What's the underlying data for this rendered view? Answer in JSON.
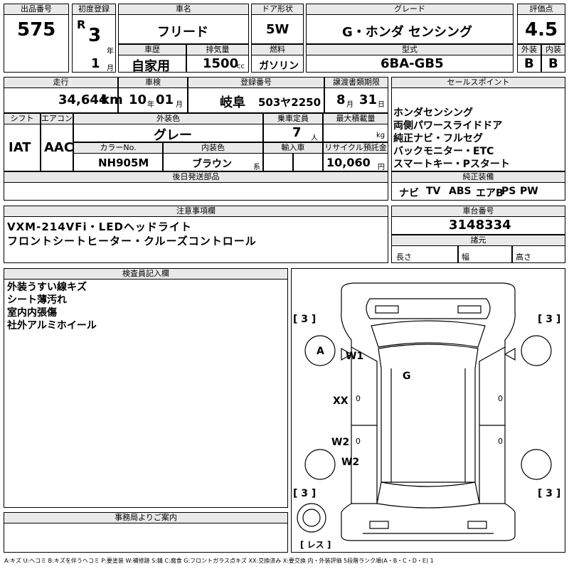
{
  "header": {
    "lot_no_label": "出品番号",
    "lot_no": "575",
    "first_reg_label": "初度登録",
    "era": "R",
    "year": "3",
    "year_unit": "年",
    "month": "1",
    "month_unit": "月",
    "car_name_label": "車名",
    "car_name": "フリード",
    "door_label": "ドア形状",
    "door": "5W",
    "grade_label": "グレード",
    "grade": "G・ホンダ センシング",
    "score_label": "評価点",
    "score": "4.5",
    "history_label": "車歴",
    "history": "自家用",
    "displacement_label": "排気量",
    "displacement": "1500",
    "displacement_unit": "cc",
    "fuel_label": "燃料",
    "fuel": "ガソリン",
    "model_label": "型式",
    "model": "6BA-GB5",
    "exterior_label": "外装",
    "exterior_grade": "B",
    "interior_label": "内装",
    "interior_grade": "B"
  },
  "row2": {
    "mileage_label": "走行",
    "mileage": "34,644",
    "mileage_unit": "km",
    "inspection_label": "車検",
    "insp_year": "10",
    "insp_year_unit": "年",
    "insp_month": "01",
    "insp_month_unit": "月",
    "reg_label": "登録番号",
    "reg_area": "岐阜",
    "reg_no": "503ヤ2250",
    "transfer_label": "譲渡書類期限",
    "transfer_month": "8",
    "transfer_month_unit": "月",
    "transfer_day": "31",
    "transfer_day_unit": "日"
  },
  "row3": {
    "shift_label": "シフト",
    "shift": "IAT",
    "ac_label": "エアコン",
    "ac": "AAC",
    "color_label": "外装色",
    "color": "グレー",
    "capacity_label": "乗車定員",
    "capacity": "7",
    "capacity_unit": "人",
    "load_label": "最大積載量",
    "load_unit": "kg",
    "color_no_label": "カラーNo.",
    "color_no": "NH905M",
    "int_color_label": "内装色",
    "int_color": "ブラウン",
    "int_color_unit": "系",
    "import_label": "輸入車",
    "recycle_label": "リサイクル預託金",
    "recycle": "10,060",
    "recycle_unit": "円",
    "later_label": "後日発送部品"
  },
  "sales": {
    "label": "セールスポイント",
    "items": [
      "ホンダセンシング",
      "両側パワースライドドア",
      "純正ナビ・フルセグ",
      "バックモニター・ETC",
      "スマートキー・Pスタート"
    ]
  },
  "equipment": {
    "label": "純正装備",
    "items": [
      "ナビ",
      "TV",
      "ABS",
      "エアB",
      "PS",
      "PW"
    ]
  },
  "notes": {
    "label": "注意事項欄",
    "lines": [
      "VXM-214VFi・LEDヘッドライト",
      "フロントシートヒーター・クルーズコントロール"
    ]
  },
  "chassis": {
    "label": "車台番号",
    "value": "3148334",
    "dims_label": "諸元",
    "length_label": "長さ",
    "width_label": "幅",
    "height_label": "高さ"
  },
  "inspector": {
    "label": "検査員記入欄",
    "lines": [
      "外装うすい線キズ",
      "シート薄汚れ",
      "室内内張傷",
      "社外アルミホイール"
    ]
  },
  "office": {
    "label": "事務局よりご案内"
  },
  "diagram": {
    "tire_left_top": "[ 3 ]",
    "tire_right_top": "[ 3 ]",
    "tire_left_bottom": "[ 3 ]",
    "tire_right_bottom": "[ 3 ]",
    "spare": "[ レス ]",
    "mark_a": "A",
    "mark_w1": "W1",
    "mark_g": "G",
    "mark_xx": "XX",
    "mark_w2a": "W2",
    "mark_w2b": "W2",
    "zero_marks": [
      "0",
      "0",
      "0",
      "0"
    ]
  },
  "legend": "A:キズ U:ヘコミ B:キズを伴うヘコミ P:要塗装 W:補修跡 S:錆 C:腐食 G:フロントガラス点キズ XX:交換済み X:要交換 内・外装評価 5段階ランク順(A・B・C・D・E) 1"
}
